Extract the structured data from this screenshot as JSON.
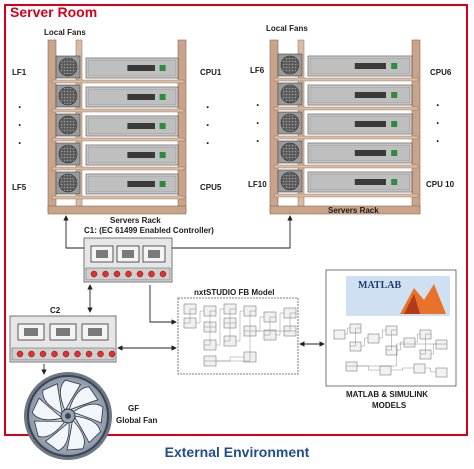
{
  "server_room": {
    "title": "Server Room"
  },
  "external": {
    "title": "External Environment"
  },
  "rack_left": {
    "local_fans_label": "Local Fans",
    "fan_top": "LF1",
    "fan_bottom": "LF5",
    "cpu_top": "CPU1",
    "cpu_bottom": "CPU5",
    "rack_label": "Servers Rack",
    "dots": "·"
  },
  "rack_right": {
    "local_fans_label": "Local Fans",
    "fan_top": "LF6",
    "fan_bottom": "LF10",
    "cpu_top": "CPU6",
    "cpu_bottom": "CPU 10",
    "rack_label": "Servers Rack",
    "dots": "·"
  },
  "controller_c1": {
    "label": "C1: (EC 61499 Enabled Controller)"
  },
  "controller_c2": {
    "label": "C2"
  },
  "nxtstudio": {
    "label": "nxtSTUDIO FB Model"
  },
  "matlab": {
    "logo_text": "MATLAB",
    "caption_line1": "MATLAB & SIMULINK",
    "caption_line2": "MODELS"
  },
  "global_fan": {
    "label_line1": "GF",
    "label_line2": "Global Fan"
  },
  "colors": {
    "border": "#d9001b",
    "title_blue": "#1f4e8c",
    "rack_brown": "#c9a48a",
    "led_red": "#e03030"
  }
}
